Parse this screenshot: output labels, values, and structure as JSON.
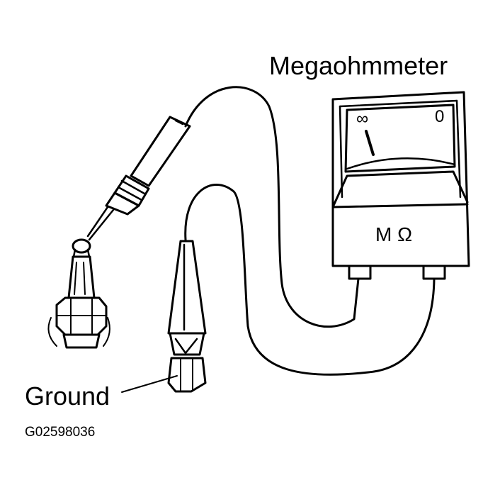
{
  "labels": {
    "meter_title": "Megaohmmeter",
    "meter_unit": "M Ω",
    "scale_infinity": "∞",
    "scale_zero": "0",
    "ground": "Ground",
    "figure_code": "G02598036"
  },
  "icons": {
    "meter": "megaohmmeter-icon",
    "probe": "test-probe-icon",
    "spark_plug": "spark-plug-icon",
    "clip": "alligator-clip-icon"
  }
}
